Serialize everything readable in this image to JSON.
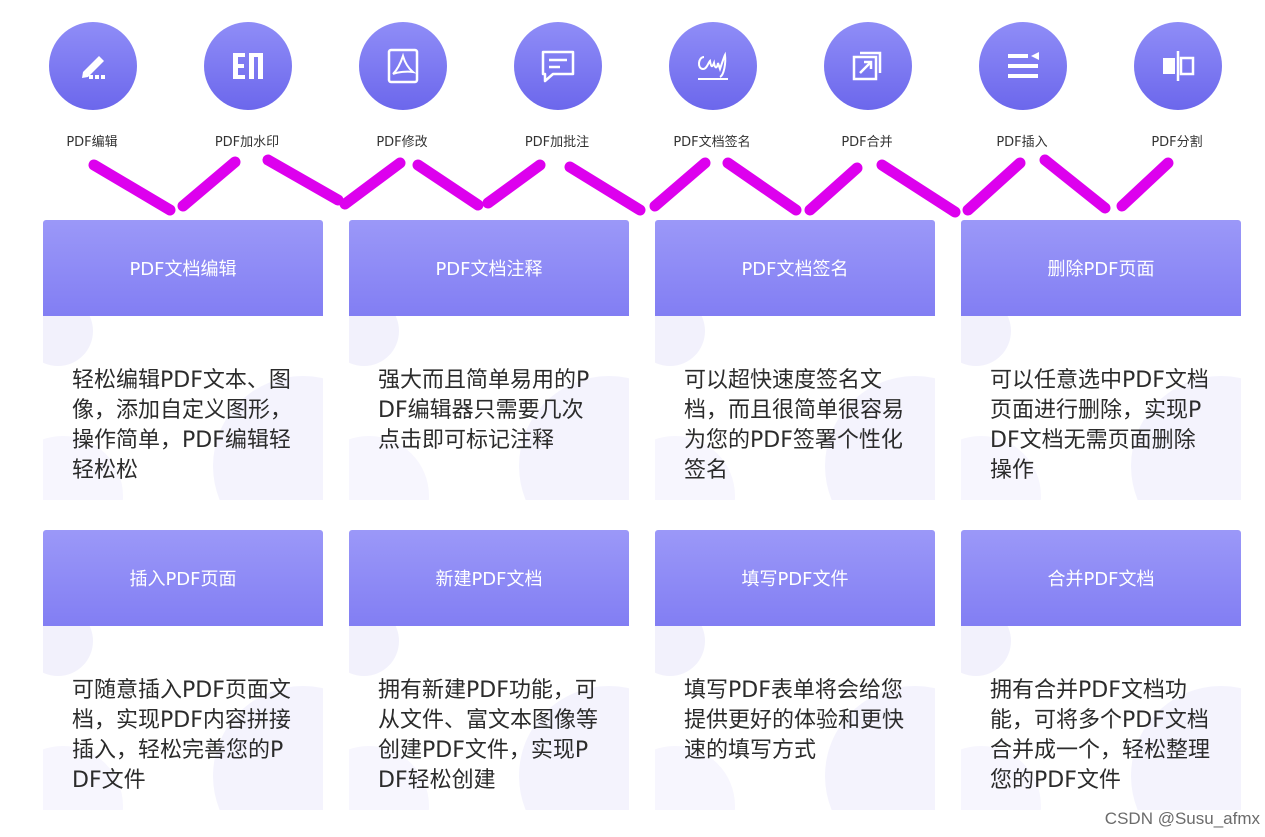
{
  "features": [
    {
      "label": "PDF编辑",
      "icon": "pencil-icon"
    },
    {
      "label": "PDF加水印",
      "icon": "watermark-icon"
    },
    {
      "label": "PDF修改",
      "icon": "pdf-doc-icon"
    },
    {
      "label": "PDF加批注",
      "icon": "comment-icon"
    },
    {
      "label": "PDF文档签名",
      "icon": "signature-icon"
    },
    {
      "label": "PDF合并",
      "icon": "merge-icon"
    },
    {
      "label": "PDF插入",
      "icon": "insert-icon"
    },
    {
      "label": "PDF分割",
      "icon": "split-icon"
    }
  ],
  "cards": [
    {
      "title": "PDF文档编辑",
      "text": "轻松编辑PDF文本、图像，添加自定义图形，操作简单，PDF编辑轻轻松松"
    },
    {
      "title": "PDF文档注释",
      "text": "强大而且简单易用的PDF编辑器只需要几次点击即可标记注释"
    },
    {
      "title": "PDF文档签名",
      "text": "可以超快速度签名文档，而且很简单很容易为您的PDF签署个性化签名"
    },
    {
      "title": "删除PDF页面",
      "text": "可以任意选中PDF文档页面进行删除，实现PDF文档无需页面删除操作"
    },
    {
      "title": "插入PDF页面",
      "text": "可随意插入PDF页面文档，实现PDF内容拼接插入，轻松完善您的PDF文件"
    },
    {
      "title": "新建PDF文档",
      "text": "拥有新建PDF功能，可从文件、富文本图像等创建PDF文件，实现PDF轻松创建"
    },
    {
      "title": "填写PDF文件",
      "text": "填写PDF表单将会给您提供更好的体验和更快速的填写方式"
    },
    {
      "title": "合并PDF文档",
      "text": "拥有合并PDF文档功能，可将多个PDF文档合并成一个，轻松整理您的PDF文件"
    }
  ],
  "watermark": "CSDN @Susu_afmx",
  "colors": {
    "accent": "#7773f0",
    "zigzag": "#e000f0"
  }
}
